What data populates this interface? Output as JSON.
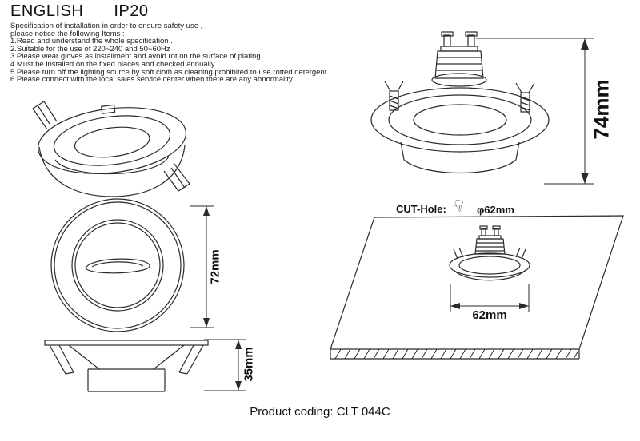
{
  "header": {
    "language": "ENGLISH",
    "rating": "IP20"
  },
  "spec": {
    "intro": [
      "Specification of installation in order to ensure safety use ,",
      "please notice the following Items :"
    ],
    "items": [
      "1.Read and understand the whole specification .",
      "2.Suitable for the use of 220~240 and 50~60Hz",
      "3.Please wear gloves as installment and avoid rot on the surface of plating",
      "4.Must be installed on the fixed places and checked annually",
      "5.Please turn off the lighting source by soft cloth as cleaning prohibited to use rotted detergent",
      "6.Please connect with the local sales service center when there are any abnormality"
    ]
  },
  "dimensions": {
    "height": "74mm",
    "face_diameter": "72mm",
    "depth": "35mm",
    "cut_hole_label": "CUT-Hole:",
    "cut_hole_diameter": "φ62mm",
    "cut_width": "62mm"
  },
  "icons": {
    "pointing_hand": "☟"
  },
  "footer": {
    "product_coding": "Product coding: CLT 044C"
  },
  "colors": {
    "line": "#2b2b2b",
    "text": "#1c1c1c",
    "background": "#ffffff"
  }
}
